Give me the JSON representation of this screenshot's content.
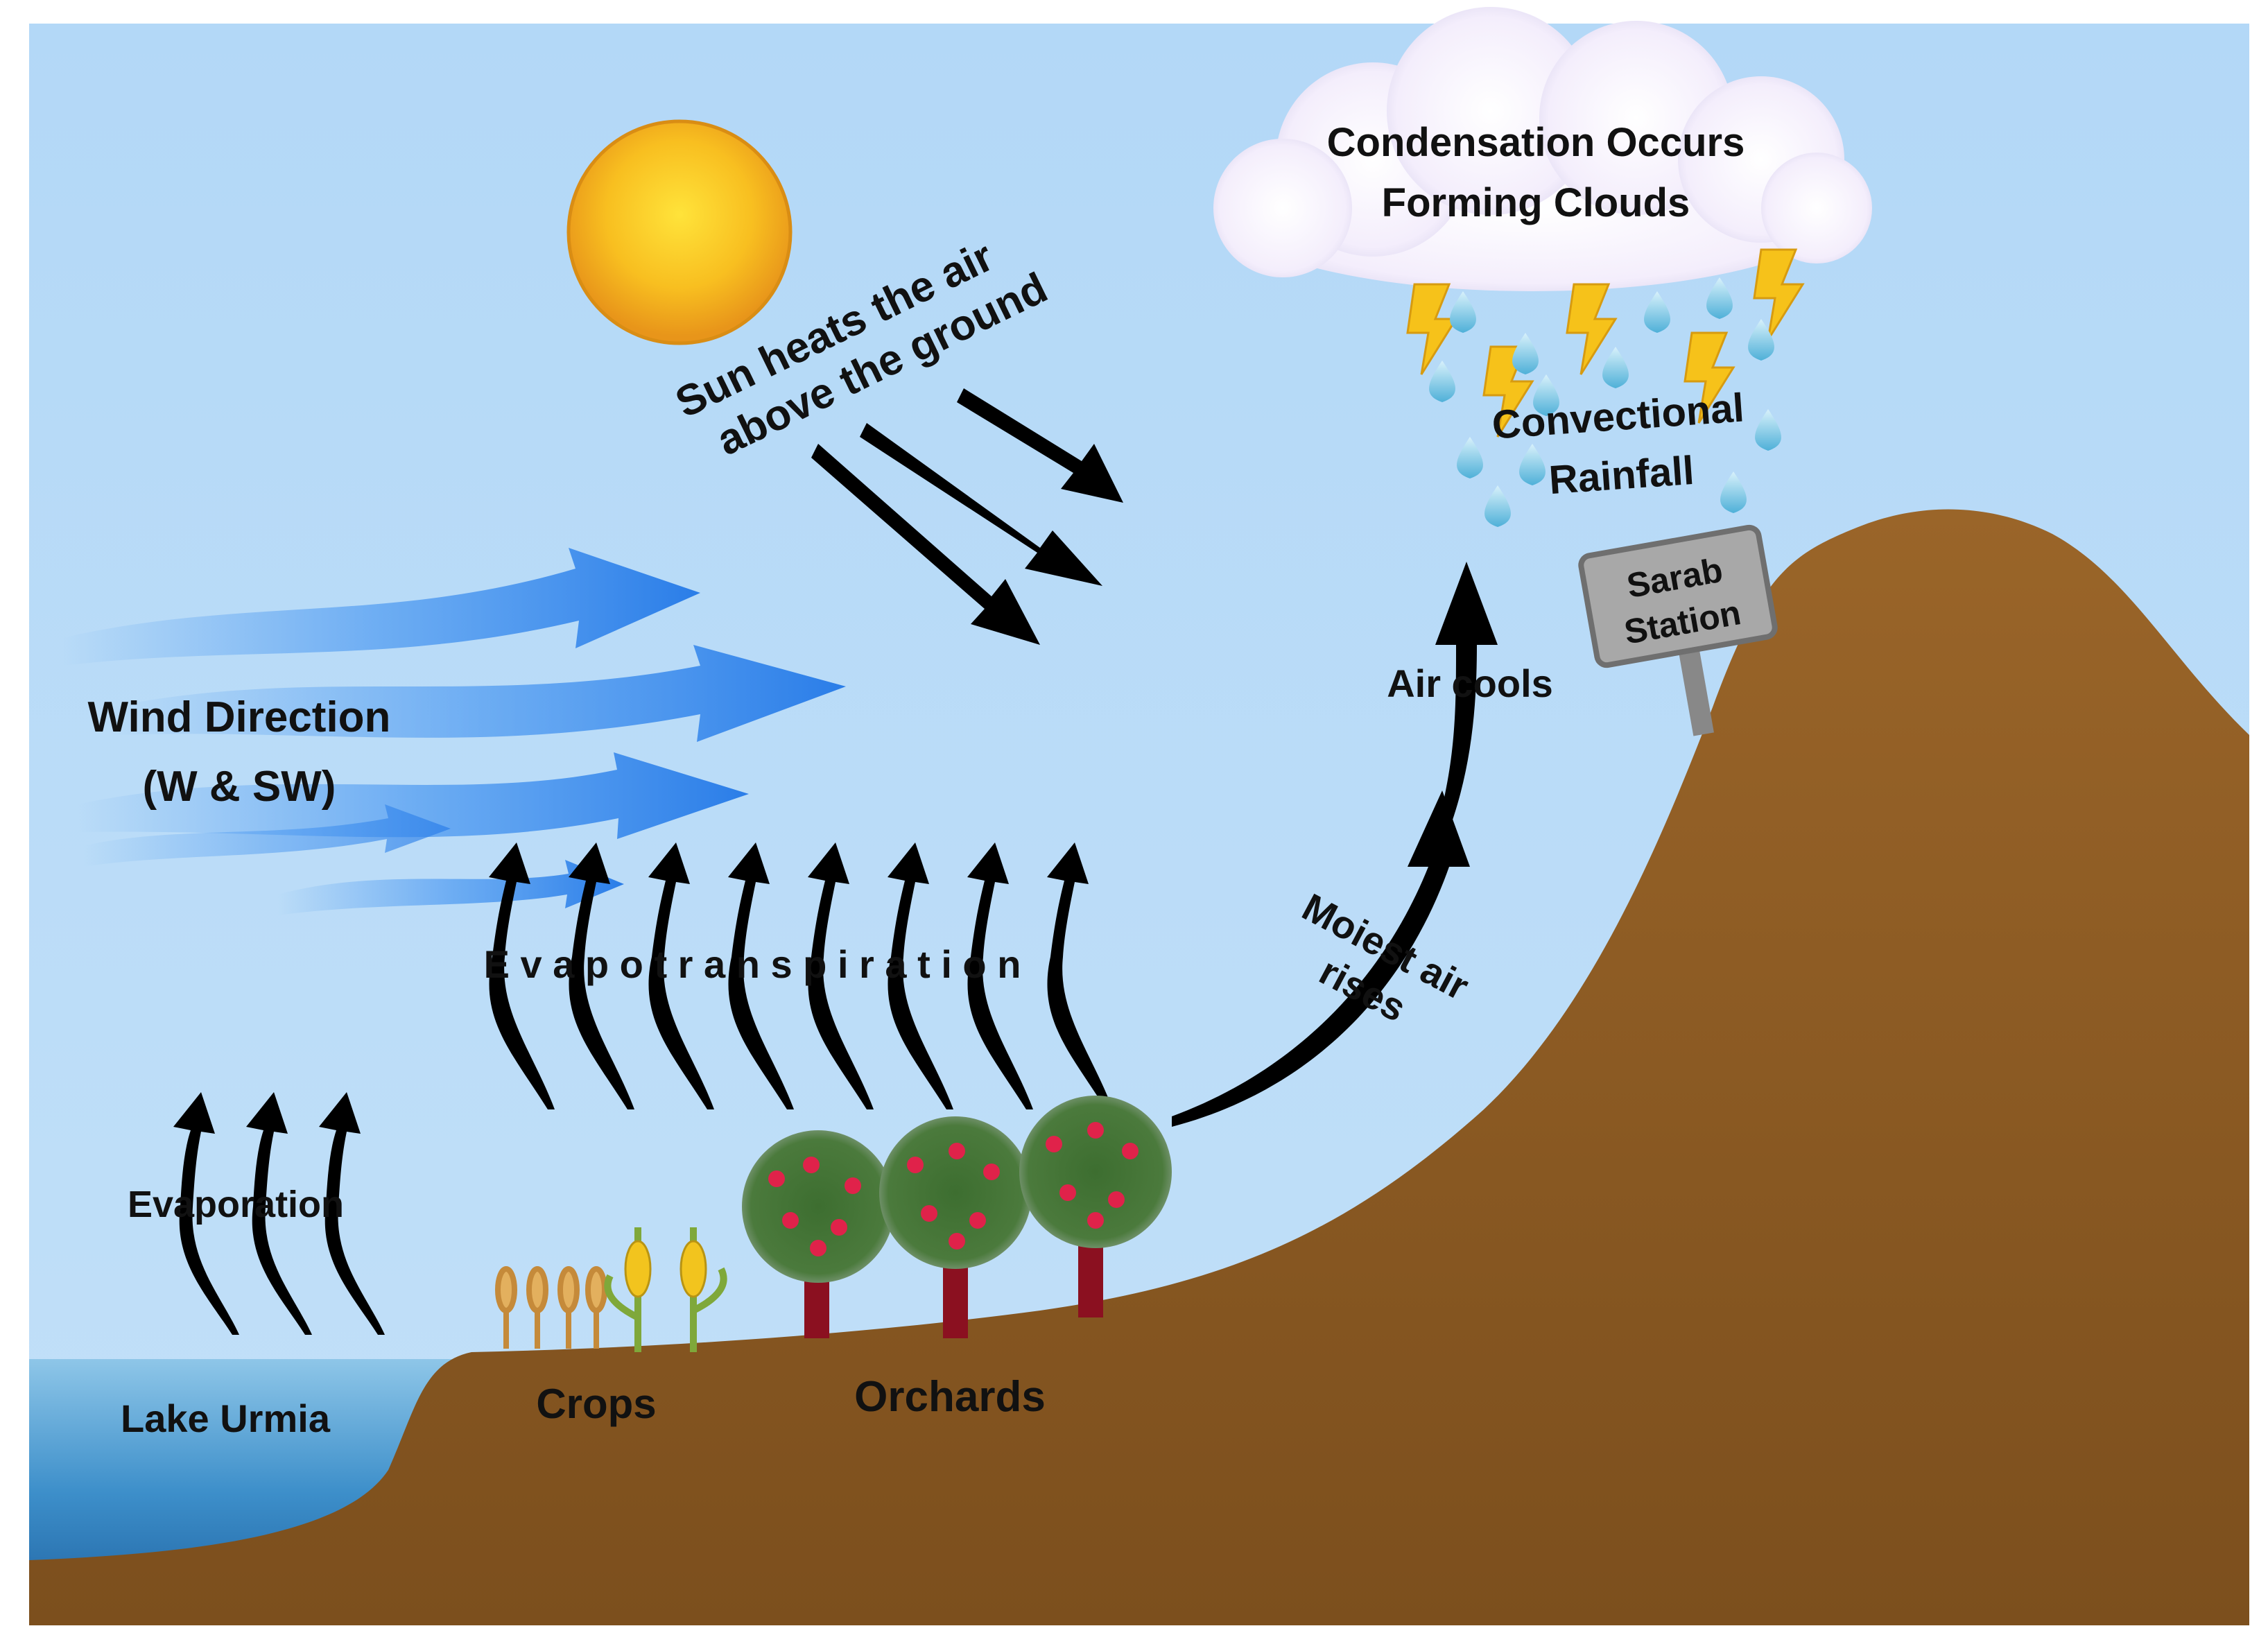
{
  "labels": {
    "cloud_line1": "Condensation Occurs",
    "cloud_line2": "Forming Clouds",
    "sun_line1": "Sun heats the air",
    "sun_line2": "above the ground",
    "wind_line1": "Wind Direction",
    "wind_line2": "(W & SW)",
    "evapotranspiration": "E v a p o t r a n s p i r a t i o n",
    "evaporation": "Evaporation",
    "lake": "Lake Urmia",
    "crops": "Crops",
    "orchards": "Orchards",
    "moist_line1": "Moiest air",
    "moist_line2": "rises",
    "air_cools": "Air cools",
    "rain_line1": "Convectional",
    "rain_line2": "Rainfall",
    "station_line1": "Sarab",
    "station_line2": "Station"
  },
  "colors": {
    "sky": "#b8dcf8",
    "ground": "#8b5a22",
    "water": "#2f7fbf",
    "sun": "#f5b21b",
    "wind": "#3a8ef0",
    "arrow": "#000000",
    "tree_trunk": "#8b1020",
    "sign": "#9a9a9a"
  }
}
